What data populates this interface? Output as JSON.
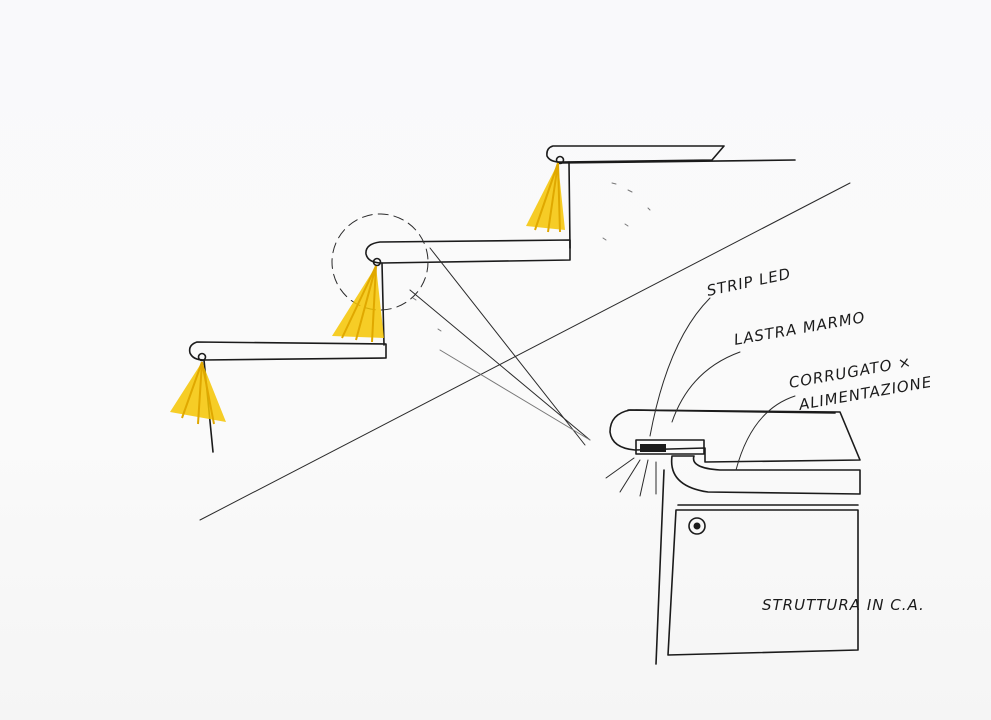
{
  "annotations": {
    "strip_led": "STRIP LED",
    "lastra_marmo": "LASTRA MARMO",
    "corrugato_line1": "CORRUGATO ×",
    "corrugato_line2": "ALIMENTAZIONE",
    "struttura": "STRUTTURA IN C.A."
  },
  "colors": {
    "ink": "#1b1b1b",
    "led_light": "#f5c400",
    "led_light_dark": "#e0a800",
    "paper": "#fafafa"
  }
}
